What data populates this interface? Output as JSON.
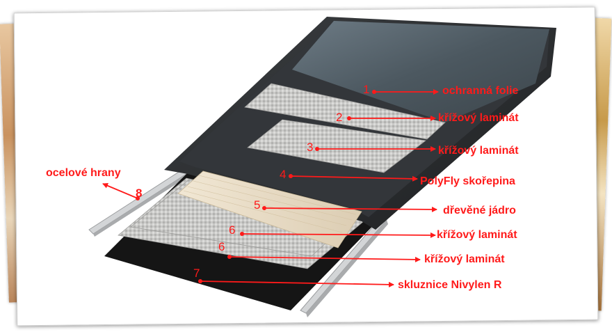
{
  "diagram": {
    "items": [
      {
        "number": "1",
        "label": "ochranná folie"
      },
      {
        "number": "2",
        "label": "křížový laminát"
      },
      {
        "number": "3",
        "label": "křížový laminát"
      },
      {
        "number": "4",
        "label": "PolyFly skořepina"
      },
      {
        "number": "5",
        "label": "dřevěné jádro"
      },
      {
        "number": "6",
        "label": "křížový laminát"
      },
      {
        "number": "6",
        "label": "křížový laminát"
      },
      {
        "number": "7",
        "label": "skluznice Nivylen R"
      },
      {
        "number": "8",
        "label": "ocelové hrany"
      }
    ]
  },
  "colors": {
    "annotation": "#ff1a1a",
    "topsheet": "#5a6670",
    "shell": "#2b2e31",
    "laminate": "#c8c8c6",
    "core": "#eadfcb",
    "base": "#151515",
    "edge": "#d0d2d4"
  }
}
